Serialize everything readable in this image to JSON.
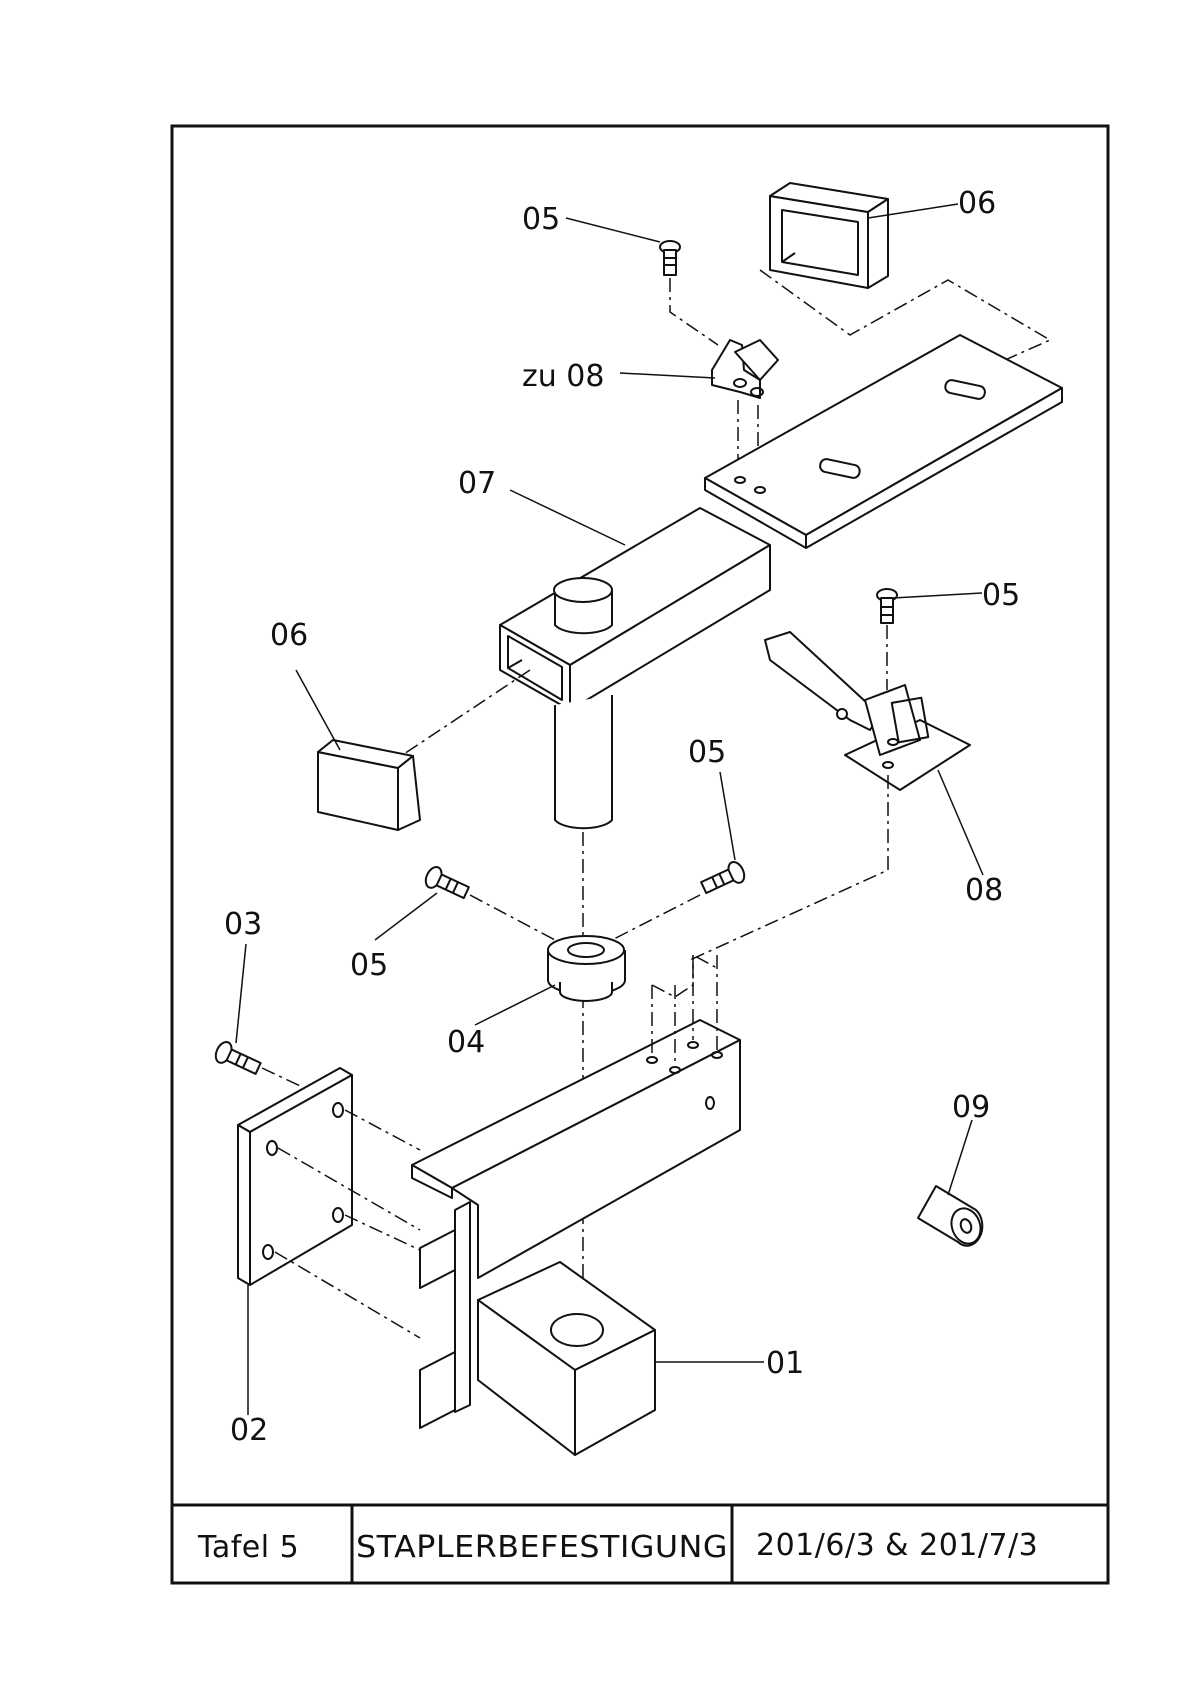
{
  "labels": {
    "p05_top": "05",
    "p06_top": "06",
    "zu08": "zu 08",
    "p07": "07",
    "p05_right": "05",
    "p06_left": "06",
    "p05_mid_right": "05",
    "p08": "08",
    "p03": "03",
    "p05_mid_left": "05",
    "p04": "04",
    "p09": "09",
    "p01": "01",
    "p02": "02"
  },
  "title_block": {
    "plate": "Tafel 5",
    "title": "STAPLERBEFESTIGUNG",
    "models": "201/6/3 & 201/7/3"
  }
}
